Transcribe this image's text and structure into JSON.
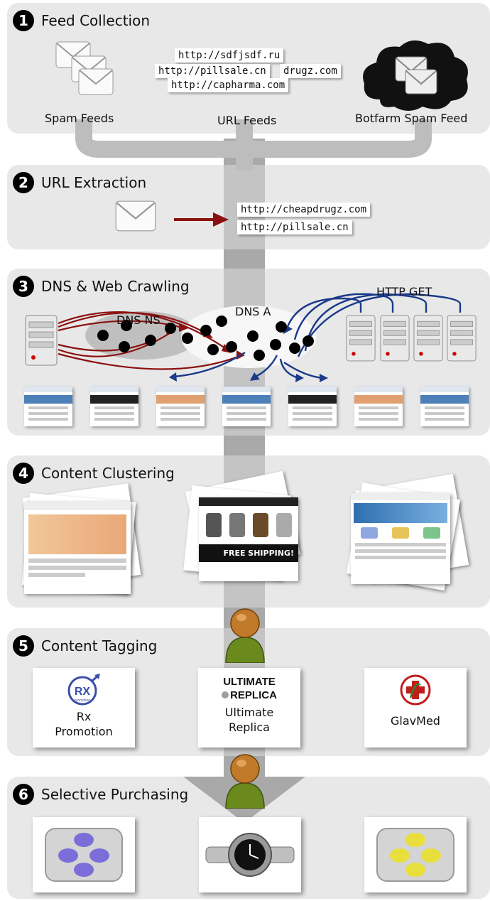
{
  "steps": [
    {
      "number": "1",
      "title": "Feed Collection"
    },
    {
      "number": "2",
      "title": "URL Extraction"
    },
    {
      "number": "3",
      "title": "DNS & Web Crawling"
    },
    {
      "number": "4",
      "title": "Content Clustering"
    },
    {
      "number": "5",
      "title": "Content Tagging"
    },
    {
      "number": "6",
      "title": "Selective Purchasing"
    }
  ],
  "feeds": {
    "spam_label": "Spam Feeds",
    "url_label": "URL Feeds",
    "botfarm_label": "Botfarm Spam Feed",
    "urls": [
      "http://sdfjsdf.ru",
      "http://pillsale.cn",
      "drugz.com",
      "http://capharma.com"
    ]
  },
  "extraction": {
    "urls": [
      "http://cheapdrugz.com",
      "http://pillsale.cn"
    ]
  },
  "crawling": {
    "dns_ns_label": "DNS NS",
    "dns_a_label": "DNS A",
    "http_get_label": "HTTP GET"
  },
  "tagging": {
    "cards": [
      {
        "logo": "RX",
        "logo_sub": "promotion",
        "line1": "Rx",
        "line2": "Promotion"
      },
      {
        "logo": "ULTIMATE",
        "logo_sub": "REPLICA",
        "line1": "Ultimate",
        "line2": "Replica"
      },
      {
        "logo": "",
        "logo_sub": "",
        "line1": "GlavMed",
        "line2": ""
      }
    ]
  },
  "clustering": {
    "replica_banner": "FREE SHIPPING!"
  },
  "colors": {
    "panel": "#e8e8e8",
    "spine": "#a9a9a9",
    "red_arrow": "#8b1010",
    "blue_arrow": "#1a3a8a"
  }
}
